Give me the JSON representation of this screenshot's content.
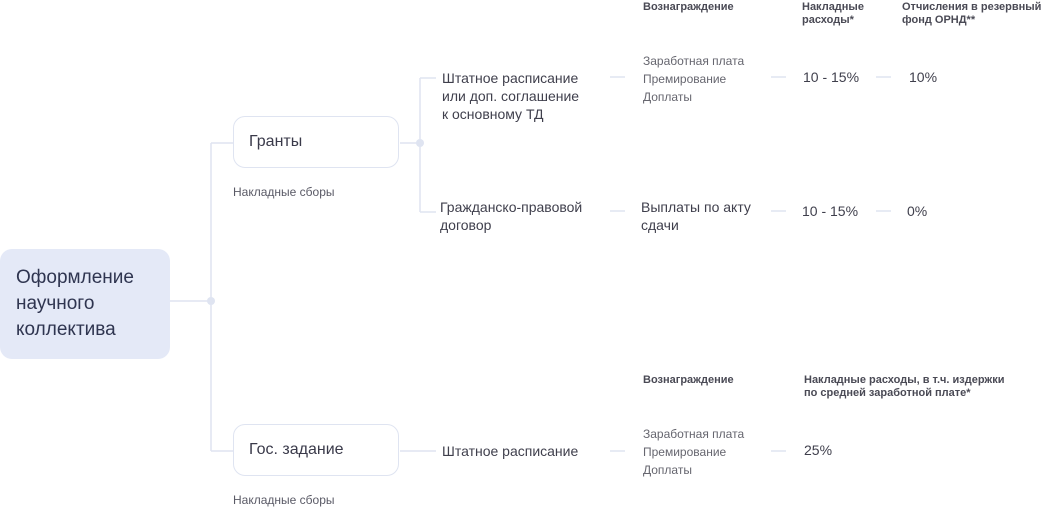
{
  "root": {
    "label": "Оформление\nнаучного\nколлектива"
  },
  "grants": {
    "label": "Гранты",
    "caption": "Накладные сборы",
    "headers": {
      "reward": "Вознаграждение",
      "overhead": "Накладные\nрасходы*",
      "reserve": "Отчисления в резервный\nфонд ОРНД**"
    },
    "staff": {
      "label": "Штатное расписание\nили доп. соглашение\nк основному ТД",
      "items": [
        "Заработная плата",
        "Премирование",
        "Доплаты"
      ],
      "overhead": "10 - 15%",
      "reserve": "10%"
    },
    "civil": {
      "label": "Гражданско-правовой\nдоговор",
      "payment": "Выплаты по акту\nсдачи",
      "overhead": "10 - 15%",
      "reserve": "0%"
    }
  },
  "gov": {
    "label": "Гос. задание",
    "caption": "Накладные сборы",
    "headers": {
      "reward": "Вознаграждение",
      "overhead": "Накладные расходы, в т.ч. издержки\nпо средней заработной плате*"
    },
    "staff": {
      "label": "Штатное расписание",
      "items": [
        "Заработная плата",
        "Премирование",
        "Доплаты"
      ],
      "overhead": "25%"
    }
  },
  "colors": {
    "line": "#dfe4f1",
    "root_bg": "#e4e9f7"
  }
}
